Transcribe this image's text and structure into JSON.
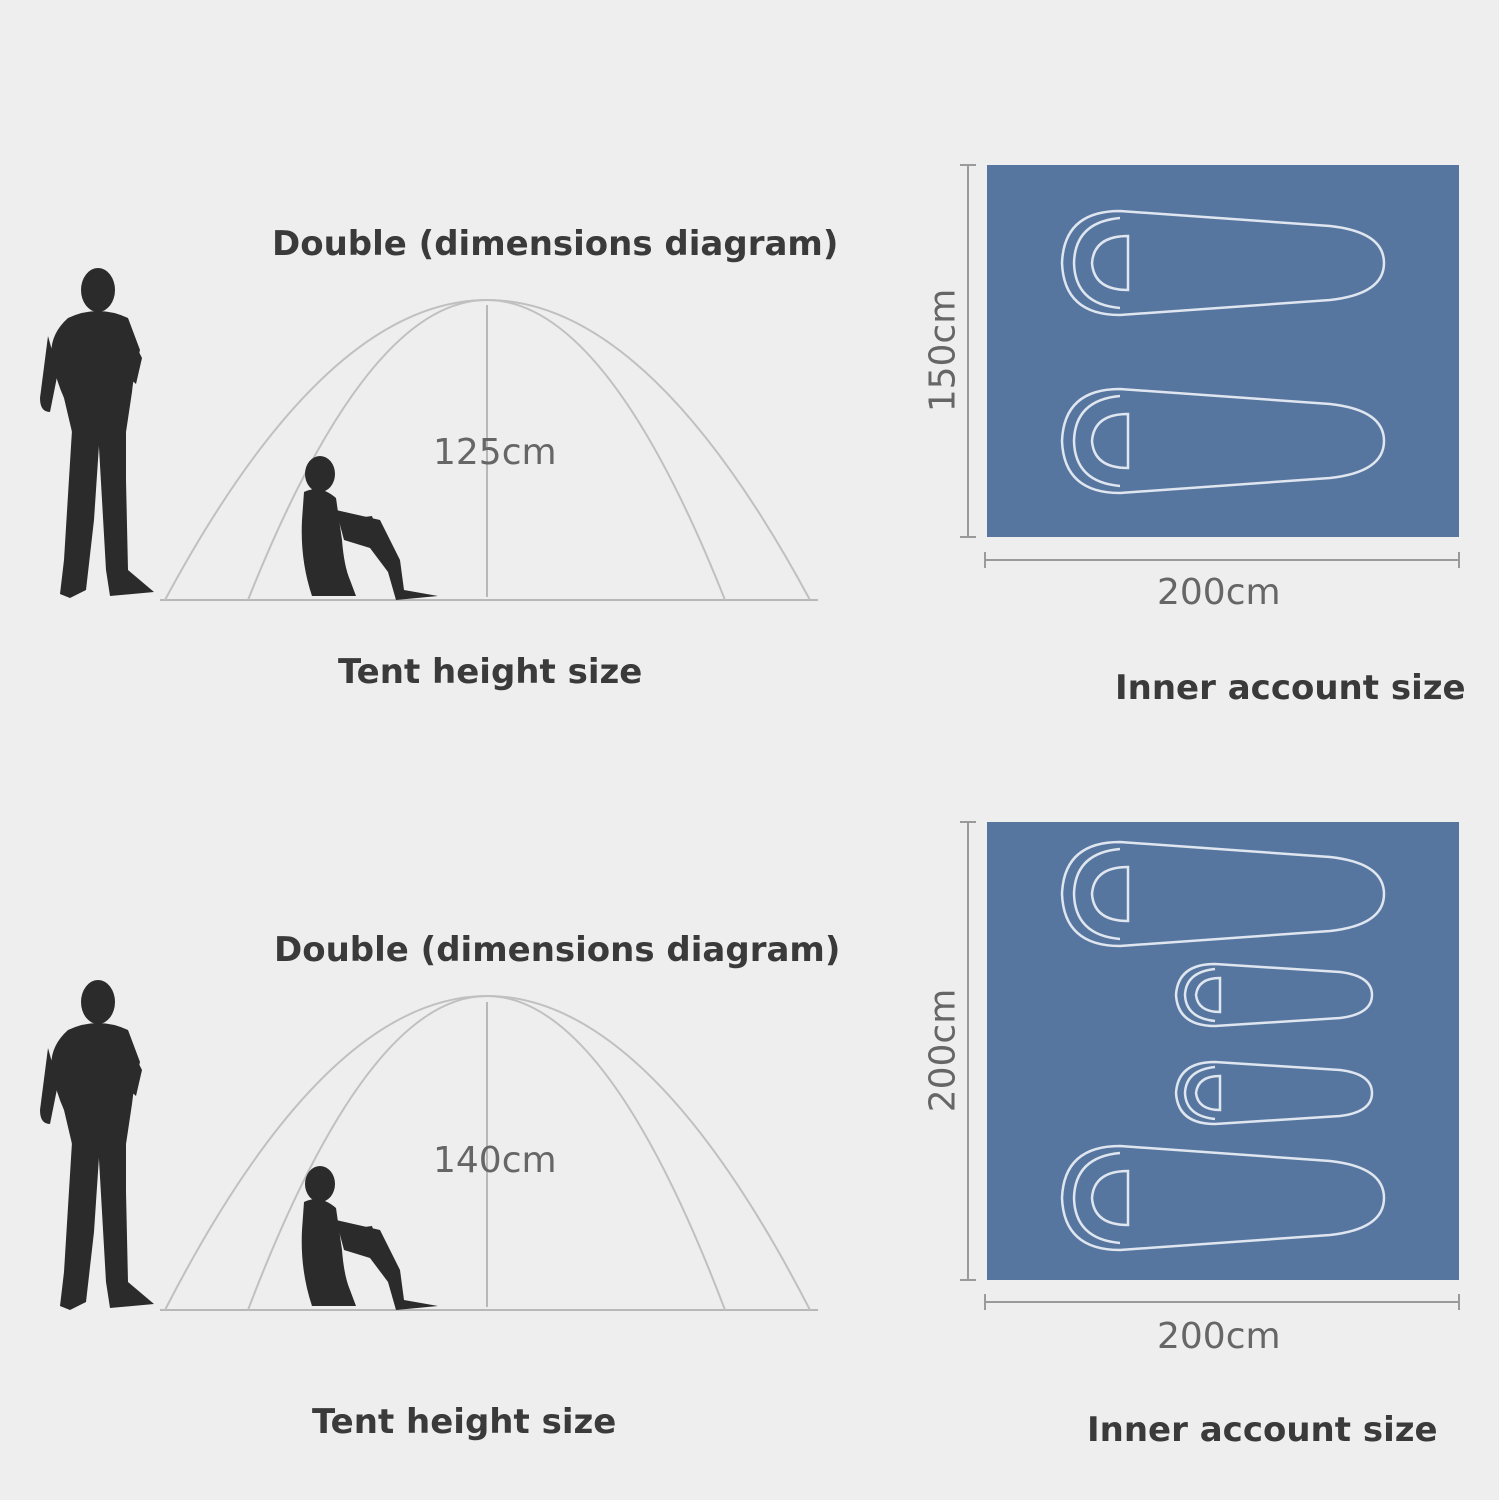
{
  "colors": {
    "background": "#eeeeee",
    "floor_blue": "#5676a0",
    "silhouette": "#2b2b2b",
    "tent_line": "#b8b8b8",
    "bag_outline": "#dfe6ef"
  },
  "diagrams": [
    {
      "title": "Double (dimensions diagram)",
      "height_label": "125cm",
      "height_caption": "Tent height size",
      "depth_label": "150cm",
      "width_label": "200cm",
      "floor_caption": "Inner account size"
    },
    {
      "title": "Double (dimensions diagram)",
      "height_label": "140cm",
      "height_caption": "Tent height size",
      "depth_label": "200cm",
      "width_label": "200cm",
      "floor_caption": "Inner account size"
    }
  ]
}
